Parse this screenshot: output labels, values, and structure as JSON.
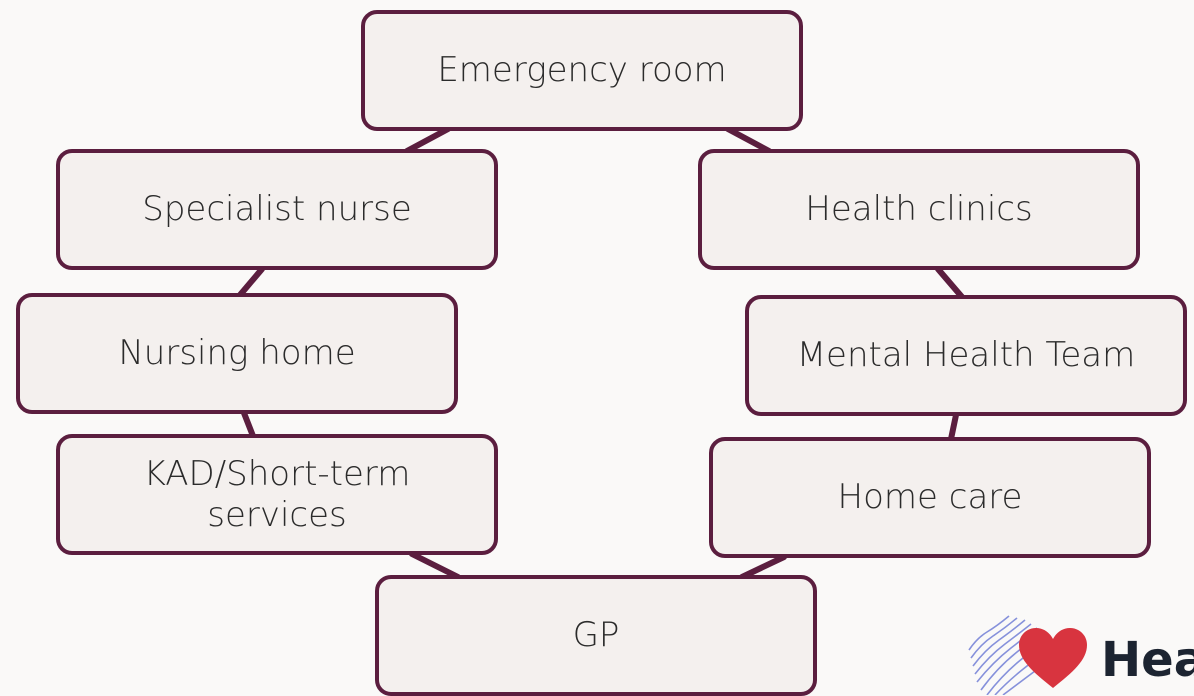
{
  "diagram": {
    "nodes": [
      {
        "id": "emergency",
        "label": "Emergency room"
      },
      {
        "id": "specialist",
        "label": "Specialist nurse"
      },
      {
        "id": "health",
        "label": "Health clinics"
      },
      {
        "id": "nursing",
        "label": "Nursing home"
      },
      {
        "id": "mental",
        "label": "Mental Health Team"
      },
      {
        "id": "kad",
        "label": "KAD/Short-term\nservices"
      },
      {
        "id": "homecare",
        "label": "Home care"
      },
      {
        "id": "gp",
        "label": "GP"
      }
    ],
    "edges": [
      [
        "emergency",
        "specialist"
      ],
      [
        "specialist",
        "nursing"
      ],
      [
        "nursing",
        "kad"
      ],
      [
        "kad",
        "gp"
      ],
      [
        "emergency",
        "health"
      ],
      [
        "health",
        "mental"
      ],
      [
        "mental",
        "homecare"
      ],
      [
        "homecare",
        "gp"
      ]
    ]
  },
  "logo": {
    "text": "Hea",
    "icon": "heart-icon"
  },
  "colors": {
    "background": "#faf9f8",
    "node_fill": "#f4f0ee",
    "node_border": "#5b1e3f",
    "connector": "#5b1e3f",
    "text": "#2b2b2b",
    "logo_heart": "#d8343f",
    "logo_waves": "#7a86d8",
    "logo_text": "#1c2431"
  }
}
